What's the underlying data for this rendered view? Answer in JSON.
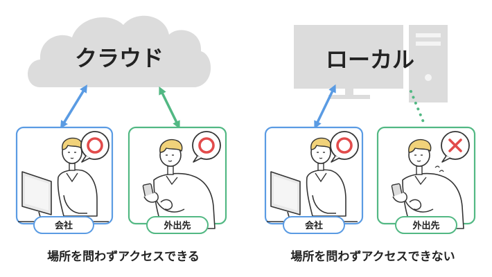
{
  "colors": {
    "cloud": "#dcdcdc",
    "device": "#dcdcdc",
    "office_blue": "#5a9be3",
    "remote_green": "#52b883",
    "ok_red": "#e24b4b",
    "ink": "#333333",
    "hair": "#f1d27a"
  },
  "left": {
    "heading": "クラウド",
    "panels": [
      {
        "label": "会社",
        "status_icon": "circle-ok-icon"
      },
      {
        "label": "外出先",
        "status_icon": "circle-ok-icon"
      }
    ],
    "caption": "場所を問わずアクセスできる"
  },
  "right": {
    "heading": "ローカル",
    "panels": [
      {
        "label": "会社",
        "status_icon": "circle-ok-icon"
      },
      {
        "label": "外出先",
        "status_icon": "cross-ng-icon"
      }
    ],
    "caption": "場所を問わずアクセスできない"
  }
}
